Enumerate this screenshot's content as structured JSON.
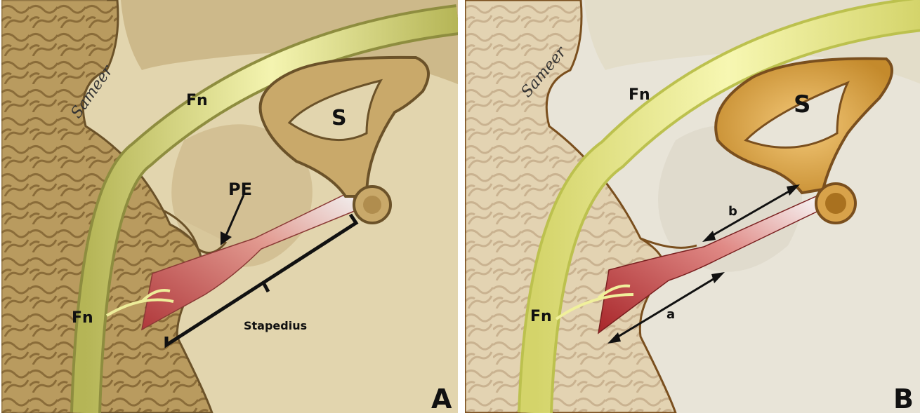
{
  "figure": {
    "panels": [
      {
        "id": "A",
        "letter": "A",
        "labels": {
          "stapes": "S",
          "facial_nerve_top": "Fn",
          "facial_nerve_left": "Fn",
          "pyramidal_eminence": "PE",
          "muscle": "Stapedius"
        },
        "signature": "Sameer",
        "colors": {
          "background": "#e3d7b2",
          "bone": "#c6a86a",
          "nerve": "#e9ea9c",
          "muscle": "#c65a5a",
          "outline": "#6b5229"
        }
      },
      {
        "id": "B",
        "letter": "B",
        "labels": {
          "stapes": "S",
          "facial_nerve_top": "Fn",
          "facial_nerve_left": "Fn",
          "arrow_a": "a",
          "arrow_b": "b"
        },
        "signature": "Sameer",
        "colors": {
          "background": "#ebe7db",
          "bone": "#d6a546",
          "nerve": "#eef08a",
          "muscle": "#c0393c",
          "outline": "#7a4f1e"
        }
      }
    ]
  }
}
